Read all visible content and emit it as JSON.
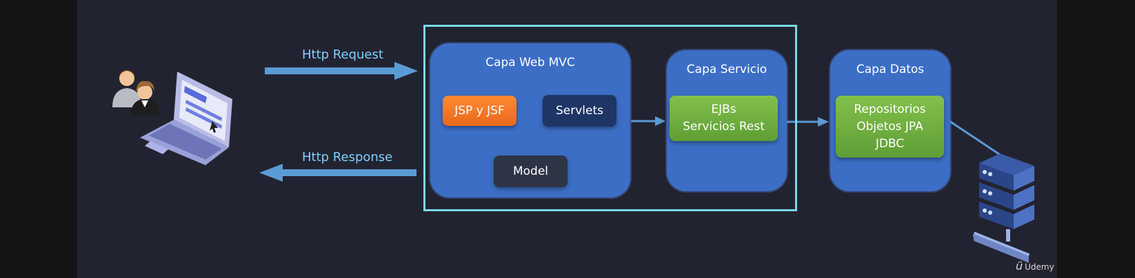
{
  "arrows": {
    "request_label": "Http Request",
    "response_label": "Http Response"
  },
  "web_layer": {
    "title": "Capa Web MVC",
    "view": "JSP y JSF",
    "controller": "Servlets",
    "model": "Model"
  },
  "service_layer": {
    "title": "Capa Servicio",
    "content": "EJBs\nServicios Rest"
  },
  "data_layer": {
    "title": "Capa Datos",
    "content": "Repositorios\nObjetos JPA\nJDBC"
  },
  "watermark": {
    "brand": "Udemy"
  },
  "colors": {
    "background": "#222330",
    "frame": "#7ad9e6",
    "layer": "#3c6ec5",
    "arrow": "#5b9bd5",
    "label": "#7fd0ff",
    "view_box": "#f07a28",
    "controller_box": "#1f3566",
    "model_box": "#2d3446",
    "content_box": "#6fae40"
  }
}
